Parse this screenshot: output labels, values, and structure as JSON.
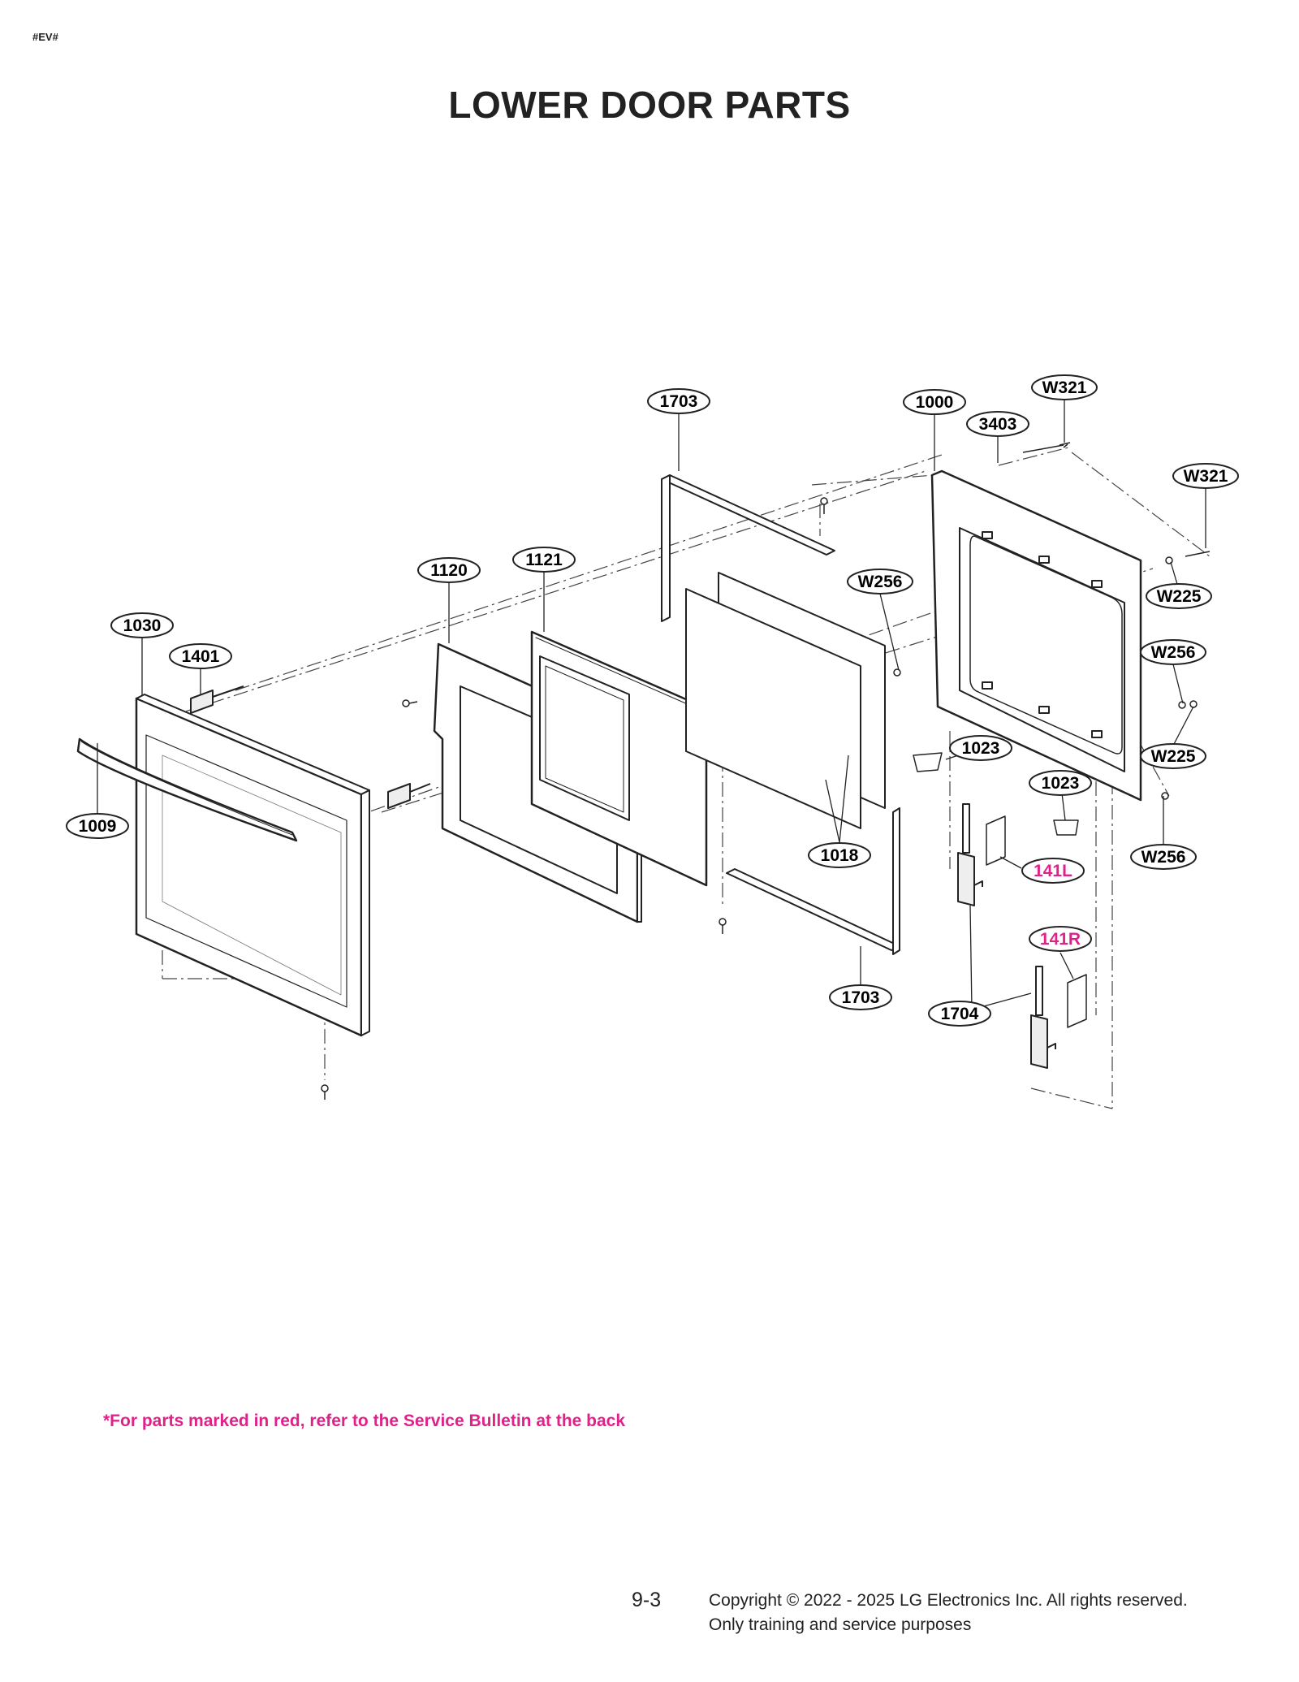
{
  "header": {
    "code": "#EV#",
    "title": "LOWER DOOR PARTS"
  },
  "colors": {
    "ink": "#222222",
    "highlight": "#e0218a"
  },
  "callouts": {
    "c1703a": {
      "text": "1703",
      "red": false
    },
    "c1000": {
      "text": "1000",
      "red": false
    },
    "c3403": {
      "text": "3403",
      "red": false
    },
    "cW321a": {
      "text": "W321",
      "red": false
    },
    "cW321b": {
      "text": "W321",
      "red": false
    },
    "c1120": {
      "text": "1120",
      "red": false
    },
    "c1121": {
      "text": "1121",
      "red": false
    },
    "cW256a": {
      "text": "W256",
      "red": false
    },
    "cW225a": {
      "text": "W225",
      "red": false
    },
    "c1030": {
      "text": "1030",
      "red": false
    },
    "c1401": {
      "text": "1401",
      "red": false
    },
    "cW256b": {
      "text": "W256",
      "red": false
    },
    "c1023a": {
      "text": "1023",
      "red": false
    },
    "cW225b": {
      "text": "W225",
      "red": false
    },
    "c1023b": {
      "text": "1023",
      "red": false
    },
    "c1009": {
      "text": "1009",
      "red": false
    },
    "c1018": {
      "text": "1018",
      "red": false
    },
    "cW256c": {
      "text": "W256",
      "red": false
    },
    "c141L": {
      "text": "141L",
      "red": true
    },
    "c141R": {
      "text": "141R",
      "red": true
    },
    "c1703b": {
      "text": "1703",
      "red": false
    },
    "c1704": {
      "text": "1704",
      "red": false
    }
  },
  "footer": {
    "note": "*For parts marked in red, refer to the Service Bulletin at the back",
    "page_number": "9-3",
    "copyright_line1": "Copyright © 2022 - 2025 LG Electronics Inc. All rights reserved.",
    "copyright_line2": "Only training and service purposes"
  }
}
